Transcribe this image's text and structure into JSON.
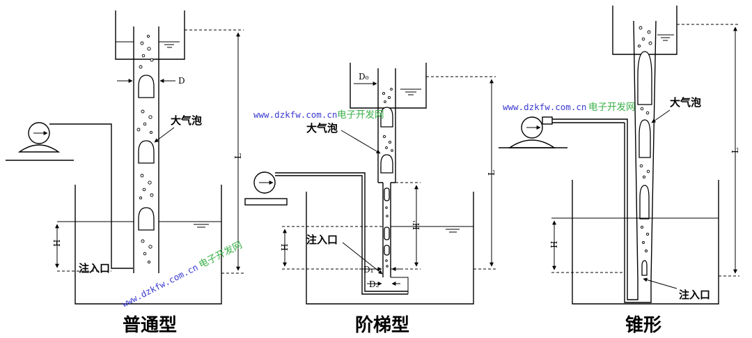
{
  "diagrams": [
    {
      "title": "普通型",
      "bubble_label": "大气泡",
      "inlet_label": "注入口",
      "dim_D": "D",
      "dim_H": "H",
      "dim_L": "L"
    },
    {
      "title": "阶梯型",
      "bubble_label": "大气泡",
      "inlet_label": "注入口",
      "dim_D0": "D₀",
      "dim_D1": "D₁",
      "dim_D2": "D₂",
      "dim_H": "H",
      "dim_H2": "H'",
      "dim_L": "L"
    },
    {
      "title": "锥形",
      "bubble_label": "大气泡",
      "inlet_label": "注入口",
      "dim_H": "H",
      "dim_L": "L"
    }
  ],
  "watermarks": [
    {
      "url": "www.dzkfw.com.cn",
      "name": "电子开发网"
    },
    {
      "url": "www.dzkfw.com.cn",
      "name": "电子开发网"
    },
    {
      "url": "www.dzkfw.com.cn",
      "name": "电子开发网"
    }
  ],
  "icons": [
    "pump-icon",
    "pump-icon",
    "pump-icon"
  ]
}
